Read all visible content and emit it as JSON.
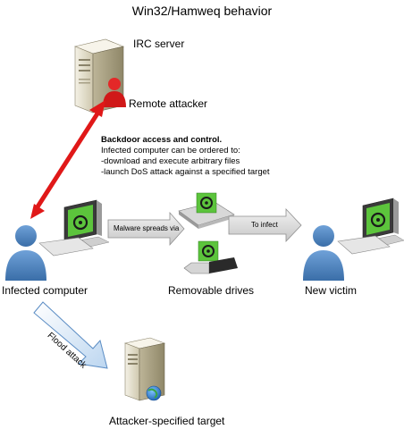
{
  "title": "Win32/Hamweq behavior",
  "nodes": {
    "irc_server": "IRC server",
    "remote_attacker": "Remote attacker",
    "infected_computer": "Infected computer",
    "removable_drives": "Removable drives",
    "new_victim": "New victim",
    "attacker_target": "Attacker-specified target"
  },
  "description": {
    "heading": "Backdoor access and control.",
    "line1": "Infected computer can be ordered to:",
    "line2": "-download and execute arbitrary files",
    "line3": "-launch DoS attack against a specified target"
  },
  "arrows": {
    "malware_spreads": "Malware spreads via",
    "to_infect": "To infect",
    "flood_attack": "Flood attack"
  },
  "colors": {
    "biohazard_green": "#5cc43c",
    "red_arrow": "#e01818",
    "user_blue": "#4f86c6",
    "server_tan": "#e8e2cf"
  }
}
